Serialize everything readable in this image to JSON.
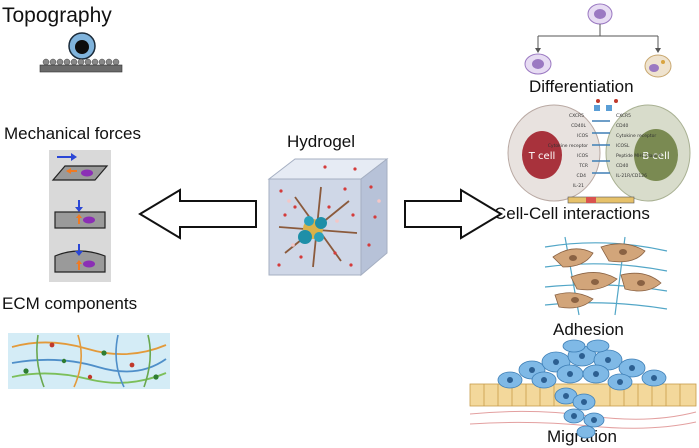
{
  "labels": {
    "topography": "Topography",
    "mechanical_forces": "Mechanical forces",
    "ecm_components": "ECM components",
    "hydrogel": "Hydrogel",
    "differentiation": "Differentiation",
    "cell_cell_interactions": "Cell-Cell interactions",
    "adhesion": "Adhesion",
    "migration": "Migration"
  },
  "cell_panel": {
    "t_cell": "T cell",
    "b_cell": "B cell",
    "left_markers": [
      "CXCR5",
      "CD40L",
      "ICOS",
      "Cytokine receptor",
      "ICOS",
      "TCR",
      "CD4",
      "IL-21"
    ],
    "right_markers": [
      "CXCR5",
      "CD40",
      "Cytokine receptor",
      "ICOSL",
      "Peptide MHC class II",
      "CD40",
      "IL-21R/CD126"
    ]
  },
  "colors": {
    "arrow_outline": "#111111",
    "hydrogel_cube": "#c9d3e6",
    "t_cell": "#a8323c",
    "b_cell": "#7a8a52",
    "adhesion_cell": "#d2a57a",
    "migration_cell": "#7fb9e6",
    "stem_cell": "#9b79c2"
  }
}
